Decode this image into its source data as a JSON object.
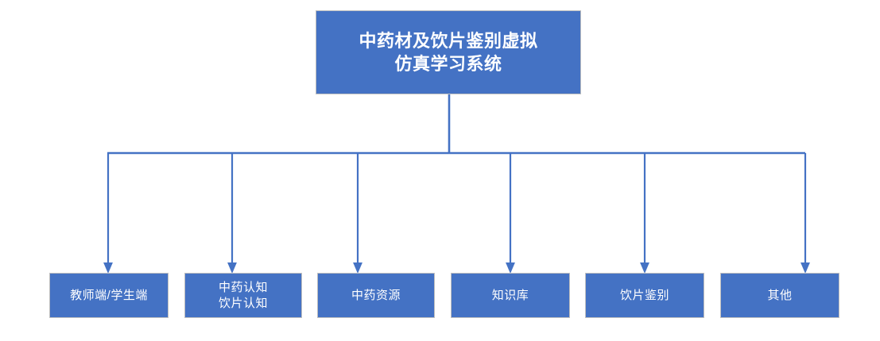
{
  "diagram": {
    "type": "hierarchy-tree",
    "background_color": "#FFFFFF",
    "node_fill_color": "#4472C4",
    "node_border_color": "#BFBFBF",
    "node_text_color": "#FFFFFF",
    "connector_color": "#4472C4",
    "root": {
      "label_line1": "中药材及饮片鉴别虚拟",
      "label_line2": "仿真学习系统",
      "full_label": "中药材及饮片鉴别虚拟仿真学习系统"
    },
    "children": [
      {
        "label_line1": "教师端/学生端",
        "label_line2": "",
        "full_label": "教师端/学生端"
      },
      {
        "label_line1": "中药认知",
        "label_line2": "饮片认知",
        "full_label": "中药认知 饮片认知"
      },
      {
        "label_line1": "中药资源",
        "label_line2": "",
        "full_label": "中药资源"
      },
      {
        "label_line1": "知识库",
        "label_line2": "",
        "full_label": "知识库"
      },
      {
        "label_line1": "饮片鉴别",
        "label_line2": "",
        "full_label": "饮片鉴别"
      },
      {
        "label_line1": "其他",
        "label_line2": "",
        "full_label": "其他"
      }
    ]
  }
}
